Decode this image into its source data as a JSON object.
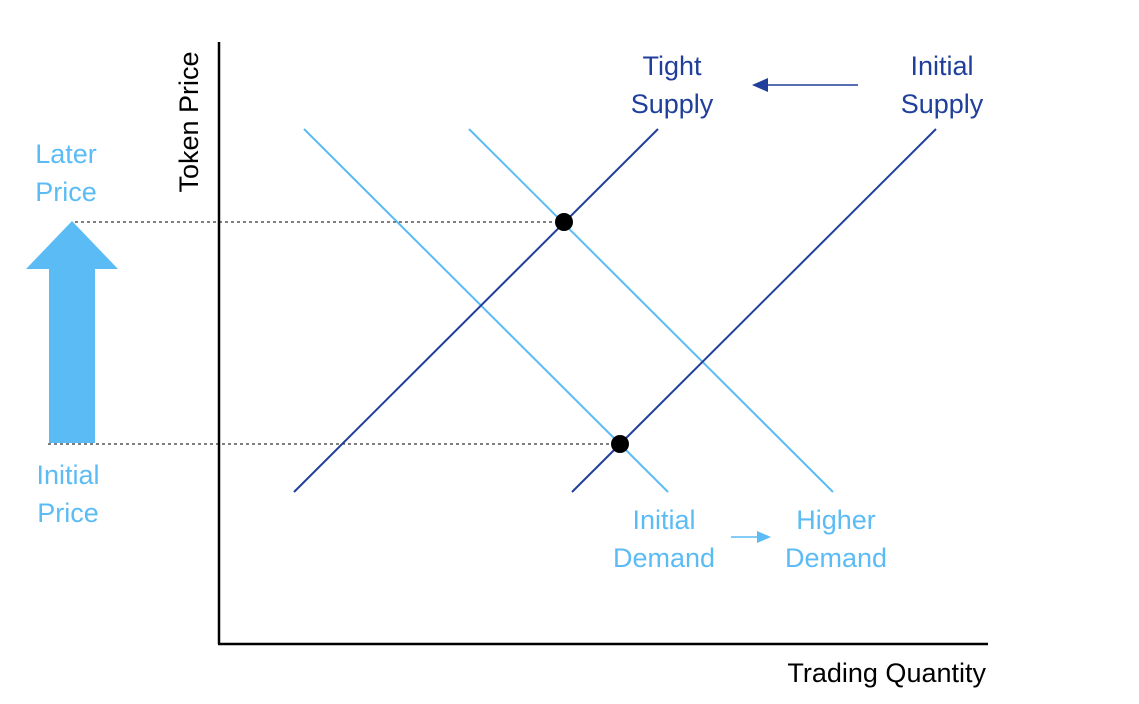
{
  "axes": {
    "ylabel": "Token Price",
    "xlabel": "Trading Quantity"
  },
  "price_labels": {
    "later": [
      "Later",
      "Price"
    ],
    "initial": [
      "Initial",
      "Price"
    ]
  },
  "curve_labels": {
    "tight_supply": [
      "Tight",
      "Supply"
    ],
    "initial_supply": [
      "Initial",
      "Supply"
    ],
    "initial_demand": [
      "Initial",
      "Demand"
    ],
    "higher_demand": [
      "Higher",
      "Demand"
    ]
  },
  "colors": {
    "supply": "#1f3f9a",
    "demand": "#5bbcf5",
    "arrow_up": "#5bbcf5",
    "axis": "#000000",
    "point": "#000000"
  },
  "icons": {
    "price_change": "big-up-arrow-icon",
    "supply_shift": "left-arrow-icon",
    "demand_shift": "right-arrow-icon"
  }
}
